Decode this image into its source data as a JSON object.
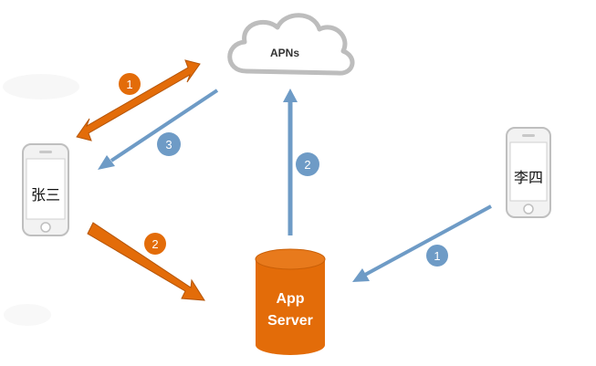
{
  "cloud": {
    "label": "APNs"
  },
  "server": {
    "label_line1": "App",
    "label_line2": "Server"
  },
  "phones": {
    "left_label": "张三",
    "right_label": "李四"
  },
  "steps": {
    "orange_1": "1",
    "blue_3": "3",
    "blue_2": "2",
    "orange_2": "2",
    "blue_1": "1"
  },
  "colors": {
    "orange": "#E36C09",
    "orange_dark": "#B55508",
    "blue": "#6E9BC6",
    "cloud_stroke": "#BDBDBD",
    "phone_body": "#F2F2F2",
    "phone_stroke": "#BFBFBF"
  }
}
